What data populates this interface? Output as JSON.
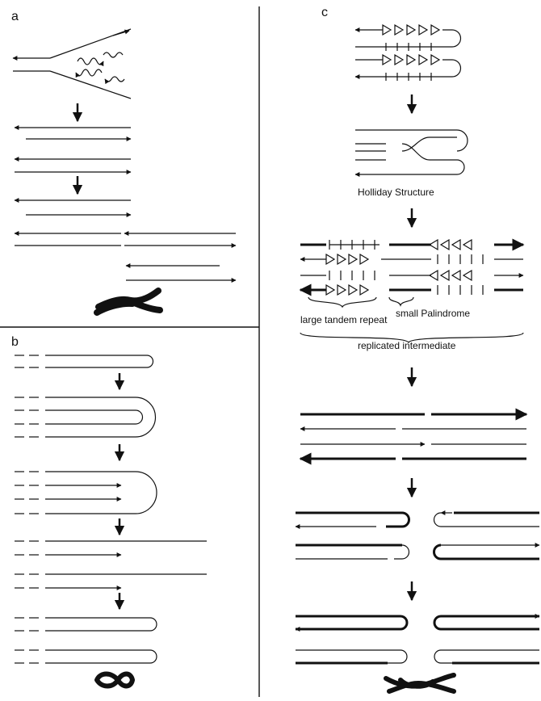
{
  "panels": {
    "a": {
      "label": "a"
    },
    "b": {
      "label": "b"
    },
    "c": {
      "label": "c"
    }
  },
  "annotations": {
    "holliday": "Holliday Structure",
    "small_palindrome": "small Palindrome",
    "large_tandem_repeat": "large tandem repeat",
    "replicated_intermediate": "replicated intermediate"
  },
  "colors": {
    "ink": "#111111",
    "background": "#ffffff"
  }
}
